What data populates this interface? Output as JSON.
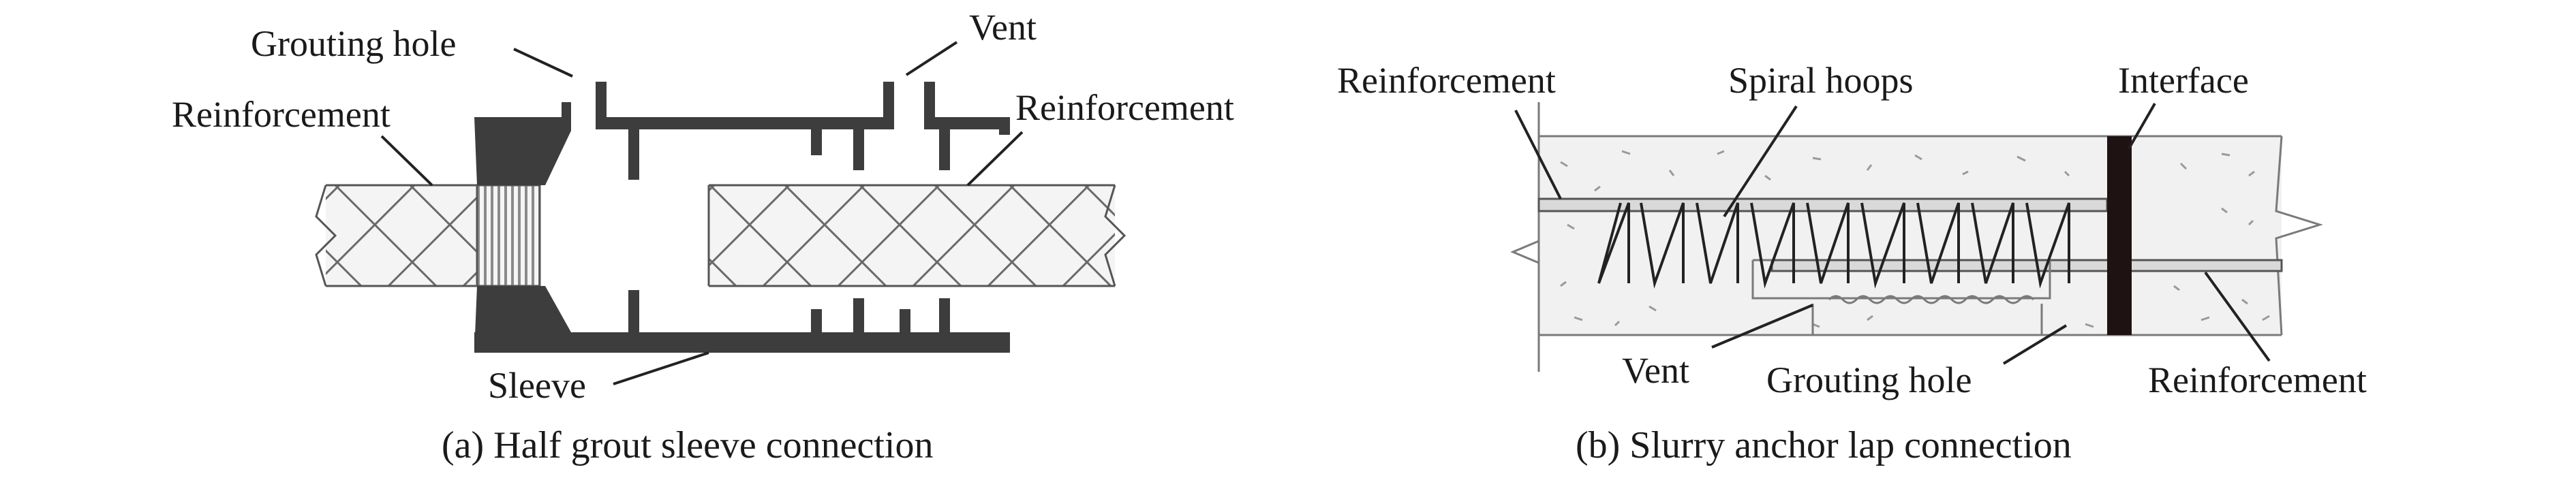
{
  "panel_a": {
    "labels": {
      "grouting_hole": "Grouting hole",
      "vent": "Vent",
      "reinforcement_left": "Reinforcement",
      "reinforcement_right": "Reinforcement",
      "sleeve": "Sleeve"
    },
    "caption": "(a) Half grout sleeve connection"
  },
  "panel_b": {
    "labels": {
      "reinforcement_top": "Reinforcement",
      "spiral_hoops": "Spiral hoops",
      "interface": "Interface",
      "vent": "Vent",
      "grouting_hole": "Grouting hole",
      "reinforcement_bottom": "Reinforcement"
    },
    "caption": "(b) Slurry anchor lap connection"
  }
}
